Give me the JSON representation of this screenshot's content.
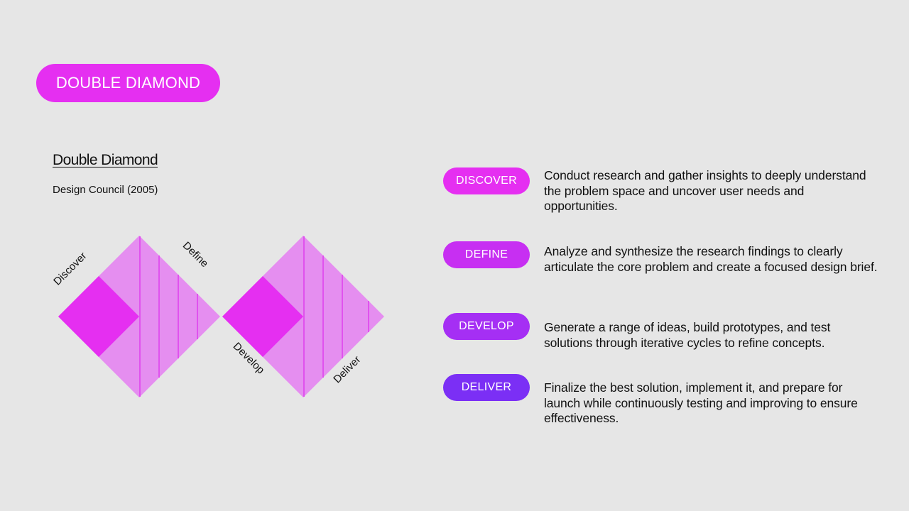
{
  "header": {
    "badge_label": "DOUBLE DIAMOND"
  },
  "model": {
    "title": "Double Diamond",
    "source": "Design Council (2005)"
  },
  "diagram": {
    "labels": {
      "discover": "Discover",
      "define": "Define",
      "develop": "Develop",
      "deliver": "Deliver"
    },
    "colors": {
      "light": "#e58ef0",
      "dark": "#e52ff1",
      "line": "#e052ee"
    }
  },
  "phases": [
    {
      "label": "DISCOVER",
      "color": "#e52ff1",
      "description": "Conduct research and gather insights to deeply understand the problem space and uncover user needs and opportunities."
    },
    {
      "label": "DEFINE",
      "color": "#c72ff2",
      "description": "Analyze and synthesize the research findings to clearly articulate the core problem and create a focused design brief."
    },
    {
      "label": "DEVELOP",
      "color": "#a52ff4",
      "description": "Generate a range of ideas, build prototypes, and test solutions through iterative cycles to refine concepts."
    },
    {
      "label": "DELIVER",
      "color": "#7b2ff5",
      "description": "Finalize the best solution, implement it, and prepare for launch while continuously testing and improving to ensure effectiveness."
    }
  ]
}
